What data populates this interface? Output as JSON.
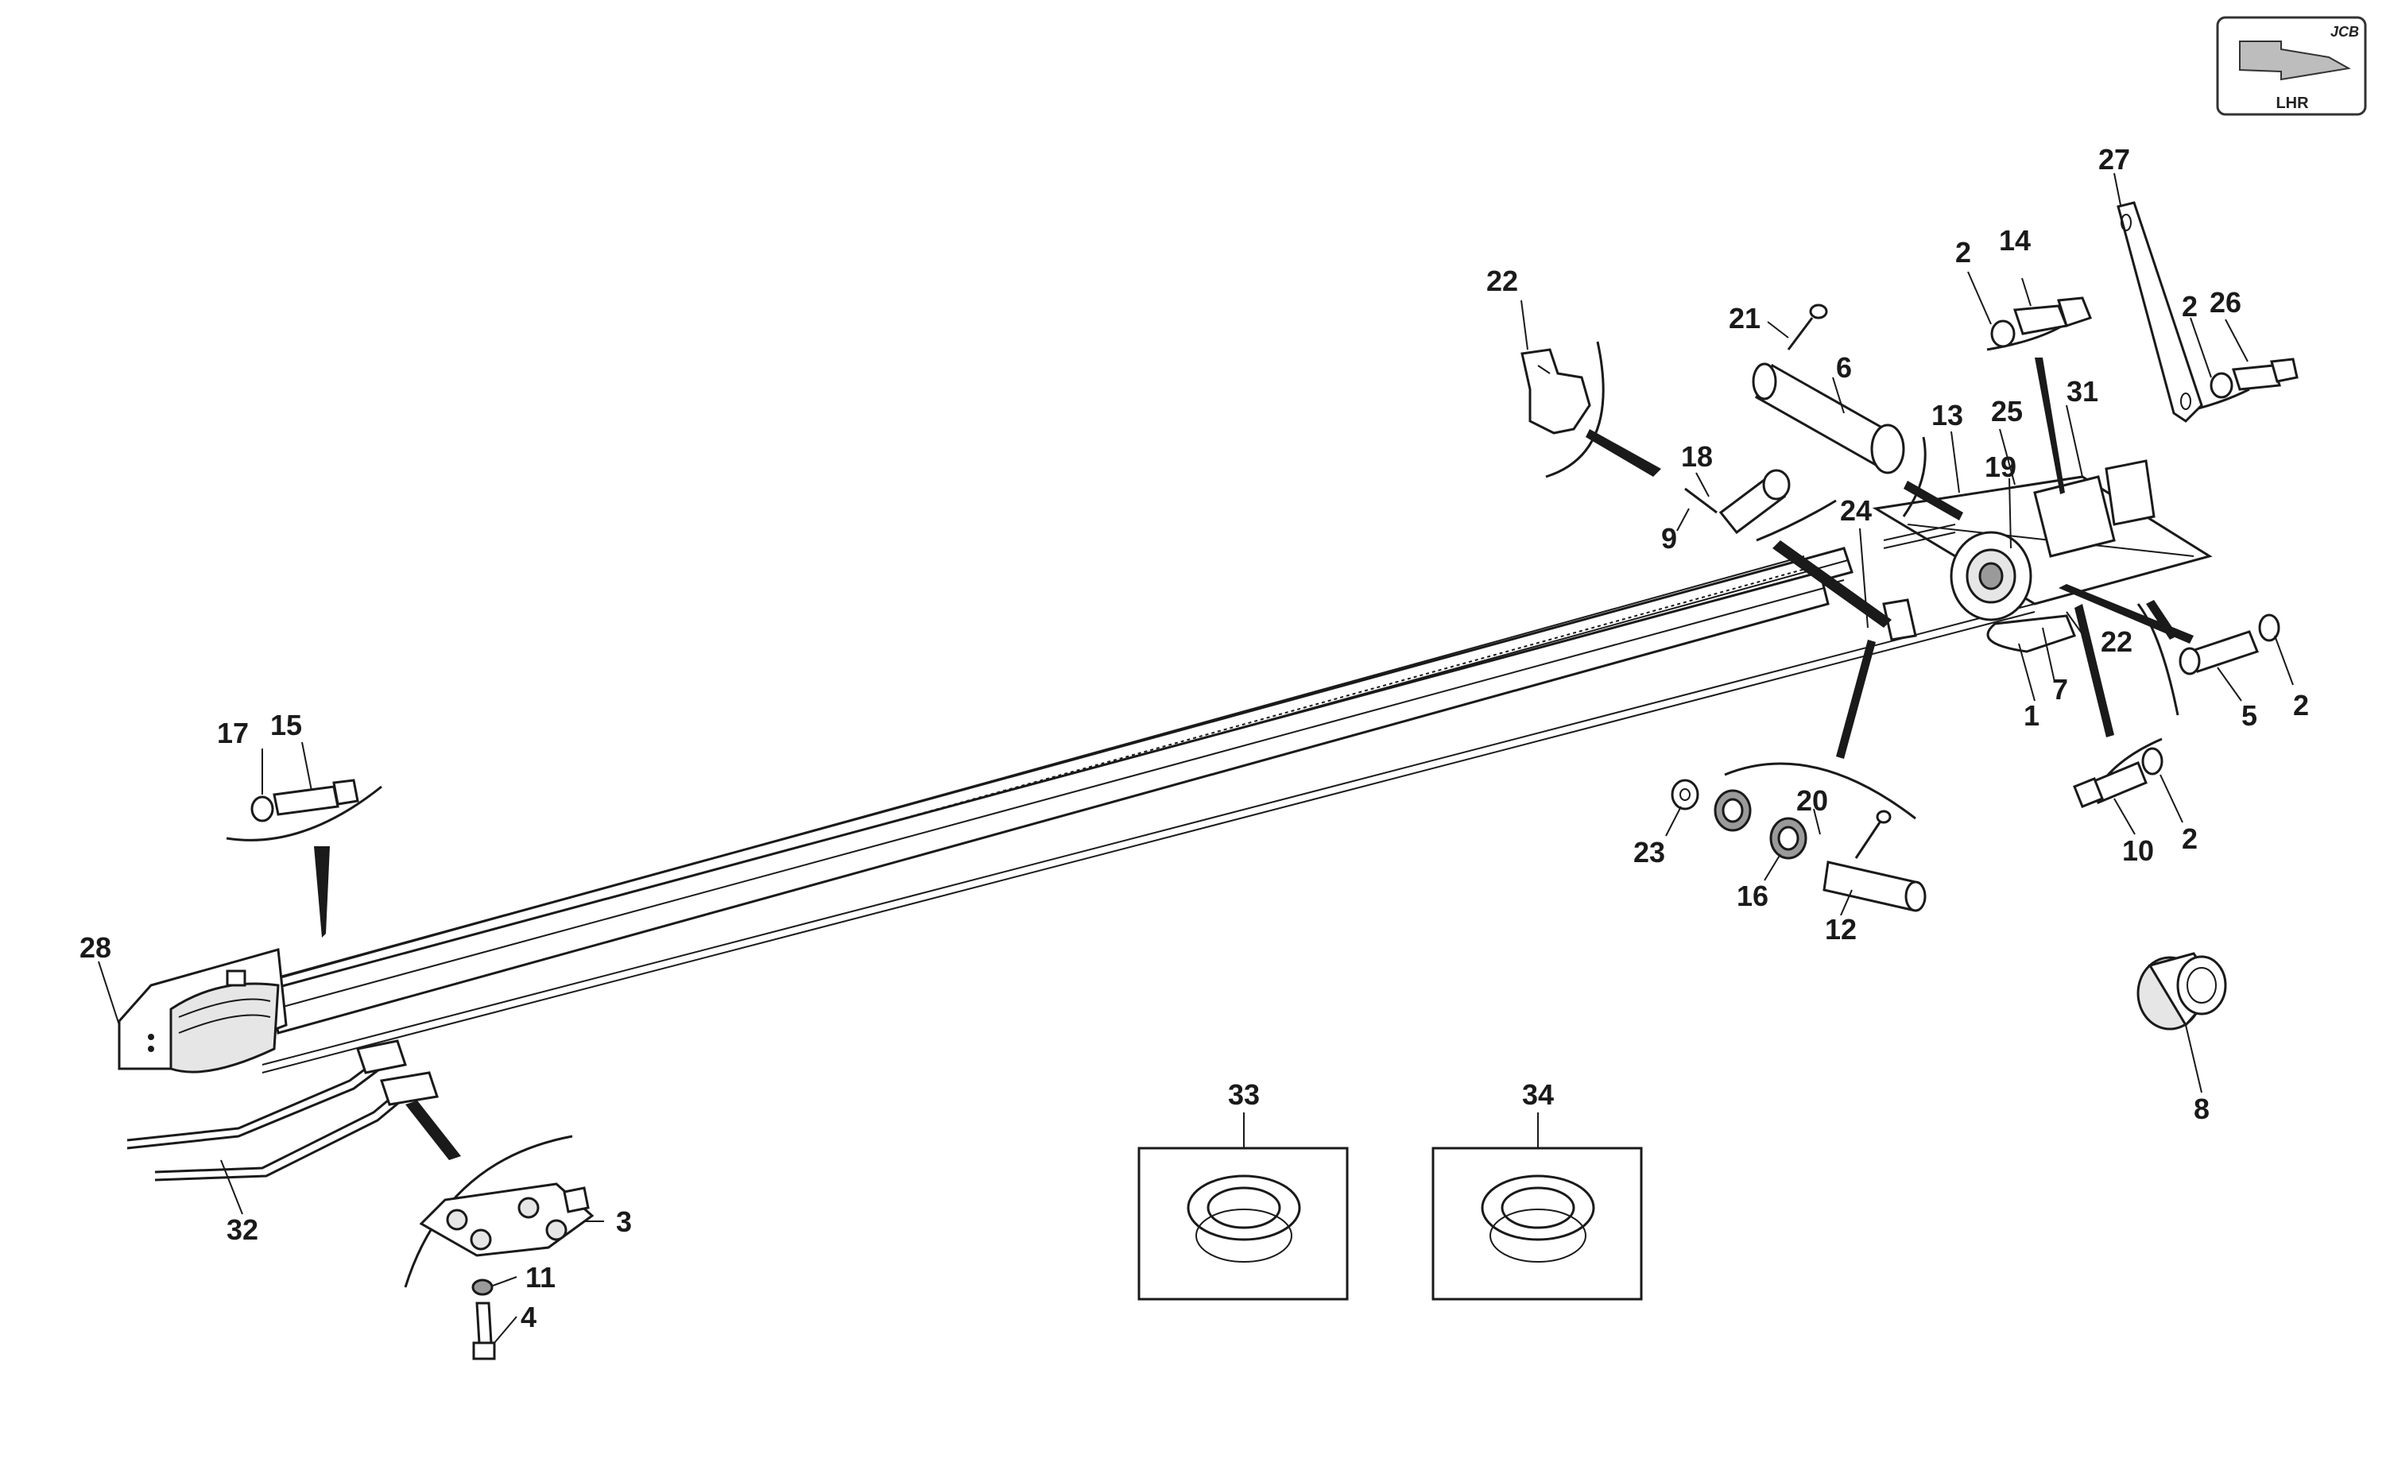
{
  "badge": {
    "brand": "JCB",
    "view": "LHR",
    "arrow_icon": "direction-arrow-icon"
  },
  "callouts": [
    {
      "id": "c27",
      "text": "27"
    },
    {
      "id": "c2a",
      "text": "2"
    },
    {
      "id": "c14",
      "text": "14"
    },
    {
      "id": "c2b",
      "text": "2"
    },
    {
      "id": "c26",
      "text": "26"
    },
    {
      "id": "c22a",
      "text": "22"
    },
    {
      "id": "c21",
      "text": "21"
    },
    {
      "id": "c6",
      "text": "6"
    },
    {
      "id": "c13",
      "text": "13"
    },
    {
      "id": "c25",
      "text": "25"
    },
    {
      "id": "c31",
      "text": "31"
    },
    {
      "id": "c18",
      "text": "18"
    },
    {
      "id": "c19",
      "text": "19"
    },
    {
      "id": "c9",
      "text": "9"
    },
    {
      "id": "c24",
      "text": "24"
    },
    {
      "id": "c22b",
      "text": "22"
    },
    {
      "id": "c7",
      "text": "7"
    },
    {
      "id": "c1",
      "text": "1"
    },
    {
      "id": "c5",
      "text": "5"
    },
    {
      "id": "c2c",
      "text": "2"
    },
    {
      "id": "c17",
      "text": "17"
    },
    {
      "id": "c15",
      "text": "15"
    },
    {
      "id": "c20",
      "text": "20"
    },
    {
      "id": "c23",
      "text": "23"
    },
    {
      "id": "c16",
      "text": "16"
    },
    {
      "id": "c12",
      "text": "12"
    },
    {
      "id": "c10",
      "text": "10"
    },
    {
      "id": "c2d",
      "text": "2"
    },
    {
      "id": "c28",
      "text": "28"
    },
    {
      "id": "c8",
      "text": "8"
    },
    {
      "id": "c33",
      "text": "33"
    },
    {
      "id": "c34",
      "text": "34"
    },
    {
      "id": "c3",
      "text": "3"
    },
    {
      "id": "c11",
      "text": "11"
    },
    {
      "id": "c4",
      "text": "4"
    },
    {
      "id": "c32",
      "text": "32"
    }
  ]
}
